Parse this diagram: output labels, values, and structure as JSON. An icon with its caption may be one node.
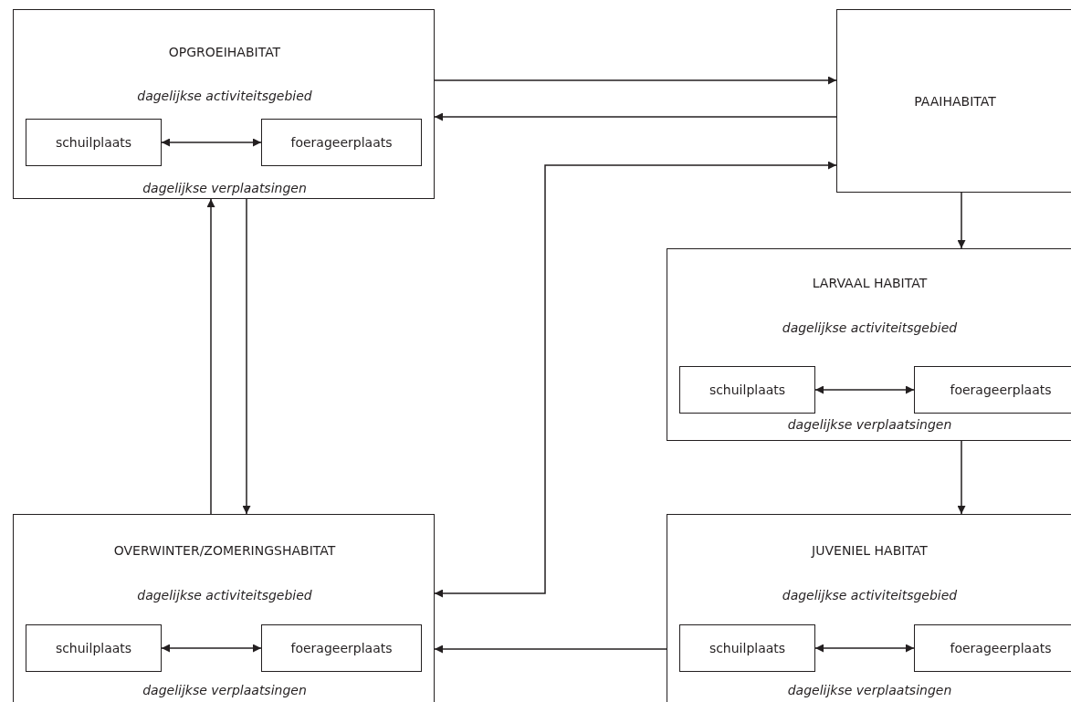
{
  "diagram": {
    "nodes": [
      {
        "text": [
          "OPGROEIHABITAT",
          "dagelijkse activiteitsgebied",
          "dagelijkse verplaatsingen"
        ]
      },
      {
        "text": [
          "schuilplaats"
        ],
        "in": 0
      },
      {
        "text": [
          "foerageerplaats"
        ],
        "in": 0
      },
      {
        "text": [
          "PAAIHABITAT"
        ]
      },
      {
        "text": [
          "LARVAAL HABITAT",
          "dagelijkse activiteitsgebied",
          "dagelijkse verplaatsingen"
        ]
      },
      {
        "text": [
          "schuilplaats"
        ],
        "in": 4
      },
      {
        "text": [
          "foerageerplaats"
        ],
        "in": 4
      },
      {
        "text": [
          "OVERWINTER/ZOMERINGSHABITAT",
          "dagelijkse activiteitsgebied",
          "dagelijkse verplaatsingen"
        ]
      },
      {
        "text": [
          "schuilplaats"
        ],
        "in": 7
      },
      {
        "text": [
          "foerageerplaats"
        ],
        "in": 7
      },
      {
        "text": [
          "JUVENIEL HABITAT",
          "dagelijkse activiteitsgebied",
          "dagelijkse verplaatsingen"
        ]
      },
      {
        "text": [
          "schuilplaats"
        ],
        "in": 10
      },
      {
        "text": [
          "foerageerplaats"
        ],
        "in": 10
      }
    ],
    "edges": [
      {
        "from": 0,
        "to": 3,
        "arrow": "to"
      },
      {
        "from": 3,
        "to": 0,
        "arrow": "to"
      },
      {
        "from": 1,
        "to": 2,
        "arrow": "both"
      },
      {
        "from": 7,
        "to": 3,
        "arrow": "both"
      },
      {
        "from": 3,
        "to": 4,
        "arrow": "to"
      },
      {
        "from": 5,
        "to": 6,
        "arrow": "both"
      },
      {
        "from": 4,
        "to": 10,
        "arrow": "to"
      },
      {
        "from": 7,
        "to": 0,
        "arrow": "to"
      },
      {
        "from": 0,
        "to": 7,
        "arrow": "to"
      },
      {
        "from": 8,
        "to": 9,
        "arrow": "both"
      },
      {
        "from": 10,
        "to": 7,
        "arrow": "to"
      },
      {
        "from": 11,
        "to": 12,
        "arrow": "both"
      }
    ]
  }
}
